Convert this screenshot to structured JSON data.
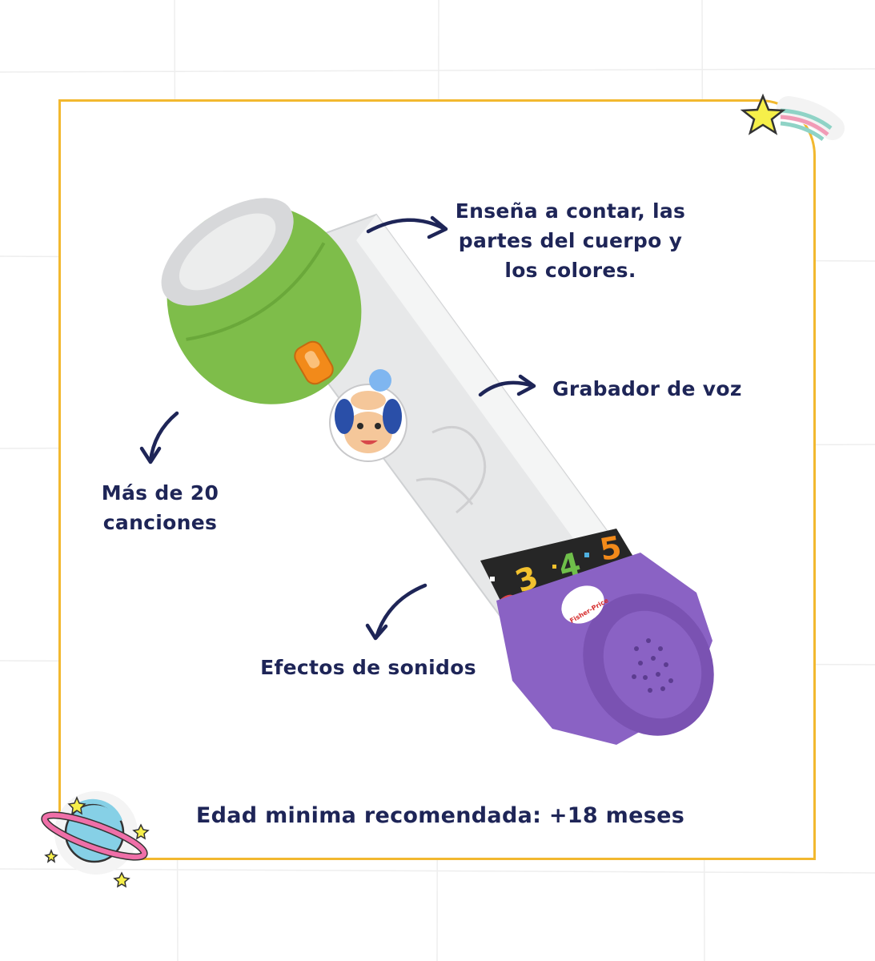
{
  "features": {
    "teaches": [
      "Enseña a contar, las",
      "partes del cuerpo y",
      "los colores."
    ],
    "voice_recorder": "Grabador de voz",
    "songs": [
      "Más de 20",
      "canciones"
    ],
    "sound_effects": "Efectos de sonidos"
  },
  "age_note": "Edad minima recomendada: +18 meses",
  "product": {
    "brand_logo_text": "Fisher-Price",
    "band_numbers": [
      "2",
      "3",
      "4",
      "5"
    ]
  },
  "colors": {
    "frame": "#f2b82f",
    "text": "#1e2557",
    "cap_green": "#7ebd4a",
    "base_purple": "#8a62c4",
    "body_grey": "#e8e9ea"
  }
}
